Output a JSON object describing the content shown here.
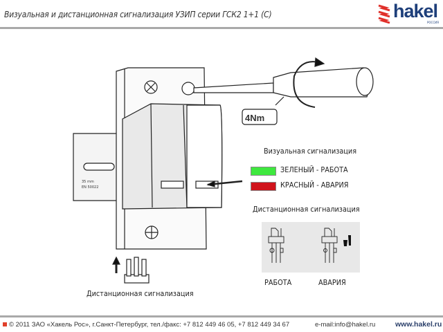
{
  "header": {
    "title": "Визуальная и дистанционная сигнализация УЗИП серии ГСК2 1+1 (С)",
    "logo_text": "hakel",
    "logo_sub": "РОССИЯ"
  },
  "figure": {
    "torque_label": "4Nm",
    "rail_label_line1": "35 mm",
    "rail_label_line2": "EN 50022",
    "visual_heading": "Визуальная сигнализация",
    "legend": [
      {
        "color": "#3ee83e",
        "label": "ЗЕЛЕНЫЙ - РАБОТА"
      },
      {
        "color": "#d0141c",
        "label": "КРАСНЫЙ - АВАРИЯ"
      }
    ],
    "remote_heading": "Дистанционная сигнализация",
    "remote_states": [
      "РАБОТА",
      "АВАРИЯ"
    ],
    "connector_caption": "Дистанционная сигнализация"
  },
  "footer": {
    "copyright": "© 2011 ЗАО «Хакель Рос», г.Санкт-Петербург, тел./факс: +7 812 449 46 05, +7 812 449 34 67",
    "email": "e-mail:info@hakel.ru",
    "website": "www.hakel.ru"
  }
}
